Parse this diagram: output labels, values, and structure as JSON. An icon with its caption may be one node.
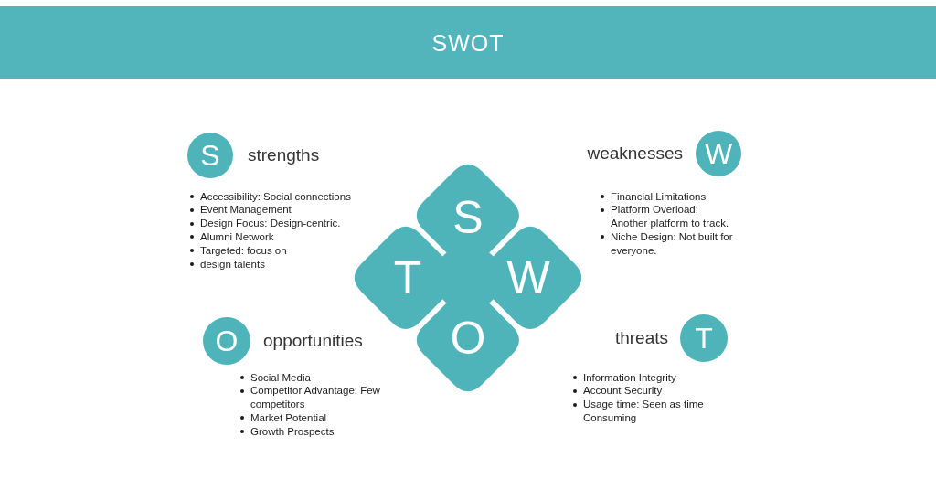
{
  "diagram": {
    "title": "SWOT",
    "nodes": [
      {
        "text": [
          "S",
          "strengths"
        ],
        "beside": [
          "Accessibility: Social connections",
          "Event Management",
          "Design Focus: Design-centric.",
          "Alumni Network",
          "Targeted: focus on",
          "design talents"
        ]
      },
      {
        "text": [
          "S"
        ]
      },
      {
        "text": [
          "weaknesses",
          "W"
        ],
        "beside": [
          "Financial Limitations",
          "Platform Overload: Another platform to track.",
          "Niche Design: Not built for everyone."
        ]
      },
      {
        "text": [
          "T"
        ]
      },
      {
        "text": [
          "W"
        ]
      },
      {
        "text": [
          "O",
          "opportunities"
        ],
        "beside": [
          "Social Media",
          "Competitor Advantage: Few competitors",
          "Market Potential",
          "Growth Prospects"
        ]
      },
      {
        "text": [
          "O"
        ]
      },
      {
        "text": [
          "threats",
          "T"
        ],
        "beside": [
          "Information Integrity",
          "Account Security",
          "Usage time: Seen as time Consuming"
        ]
      }
    ]
  }
}
